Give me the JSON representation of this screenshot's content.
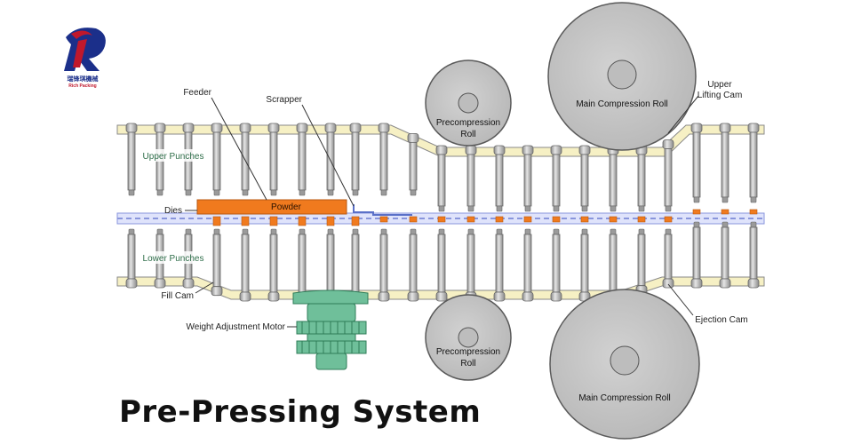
{
  "logo": {
    "chinese_text": "瑞锋琪機械",
    "english_text": "Rich Packing",
    "accent_color": "#c0182c",
    "primary_color": "#1b2f8a"
  },
  "title": "Pre-Pressing System",
  "labels": {
    "feeder": "Feeder",
    "scrapper": "Scrapper",
    "upper_punches": "Upper Punches",
    "dies": "Dies",
    "powder": "Powder",
    "lower_punches": "Lower Punches",
    "fill_cam": "Fill Cam",
    "weight_adjustment_motor": "Weight Adjustment Motor",
    "upper_lifting_cam_line1": "Upper",
    "upper_lifting_cam_line2": "Lifting Cam",
    "ejection_cam": "Ejection Cam"
  },
  "rolls": {
    "top_precompression": {
      "line1": "Precompression",
      "line2": "Roll"
    },
    "bottom_precompression": {
      "line1": "Precompression",
      "line2": "Roll"
    },
    "top_main": {
      "label": "Main Compression Roll"
    },
    "bottom_main": {
      "label": "Main Compression Roll"
    }
  },
  "colors": {
    "powder": "#f07a1e",
    "track": "#f6f0c4",
    "die_table": "#8a96dc",
    "motor": "#6fbf9a",
    "roll": "#c9c9c9",
    "punch": "#bdbdbd"
  }
}
